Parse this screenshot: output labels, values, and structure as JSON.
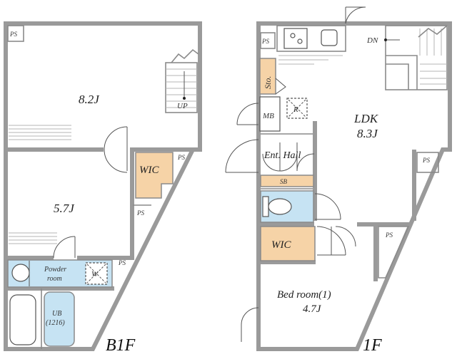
{
  "b1f": {
    "floor_label": "B1F",
    "room_top": "8.2J",
    "room_mid": "5.7J",
    "wic": "WIC",
    "powder_line1": "Powder",
    "powder_line2": "room",
    "w_mark": "W",
    "ub_line1": "UB",
    "ub_line2": "(1216)",
    "up": "UP",
    "ps1": "PS",
    "ps2": "PS",
    "ps3": "PS",
    "ps4": "PS"
  },
  "f1": {
    "floor_label": "1F",
    "ldk_line1": "LDK",
    "ldk_line2": "8.3J",
    "dn": "DN",
    "sto": "Sto.",
    "mb": "MB",
    "r_mark": "R",
    "ent_hall": "Ent. Hall",
    "sb": "SB",
    "wic": "WIC",
    "bed_line1": "Bed room(1)",
    "bed_line2": "4.7J",
    "ps1": "PS",
    "ps2": "PS",
    "ps3": "PS"
  }
}
